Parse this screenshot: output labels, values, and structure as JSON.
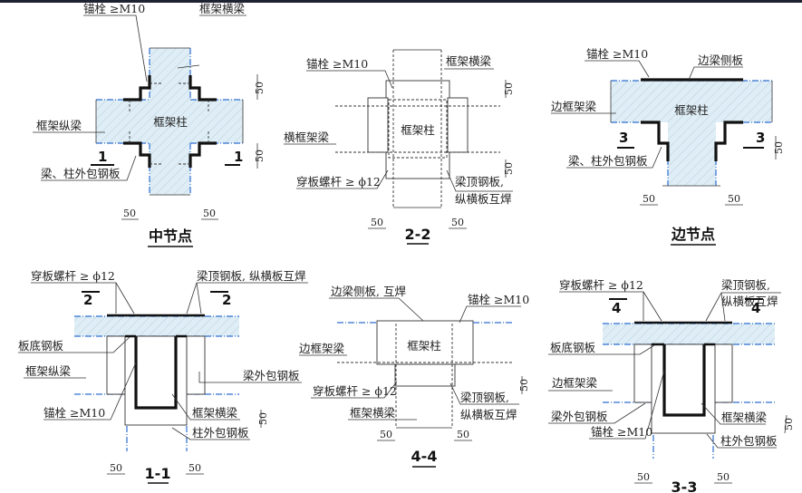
{
  "colors": {
    "concrete_hatch": "#dfeef6",
    "grid_line": "#2d6fd0",
    "steel_plate": "#111111",
    "top_border": "#1f2230"
  },
  "labels": {
    "anchor_bolt": "锚栓 ≥M10",
    "through_bolt": "穿板螺杆 ≥ ϕ12",
    "frame_column": "框架柱",
    "frame_transverse_beam": "框架横梁",
    "frame_longitudinal_beam": "框架纵梁",
    "transverse_frame_beam": "横框架梁",
    "edge_frame_beam": "边框架梁",
    "beam_column_wrap_plate": "梁、柱外包钢板",
    "edge_beam_side_plate": "边梁侧板",
    "edge_beam_side_plate_welded": "边梁侧板, 互焊",
    "beam_top_plate_welded_l1": "梁顶钢板,",
    "beam_top_plate_welded_l2": "纵横板互焊",
    "beam_top_plate_welded_inline": "梁顶钢板, 纵横板互焊",
    "slab_bottom_plate": "板底钢板",
    "beam_wrap_plate": "梁外包钢板",
    "column_wrap_plate": "柱外包钢板"
  },
  "dimension": "50",
  "section_marks": {
    "s1": "1",
    "s2": "2",
    "s3": "3",
    "s4": "4"
  },
  "titles": {
    "middle_joint": "中节点",
    "section_2_2": "2-2",
    "edge_joint": "边节点",
    "section_1_1": "1-1",
    "section_4_4": "4-4",
    "section_3_3": "3-3"
  }
}
